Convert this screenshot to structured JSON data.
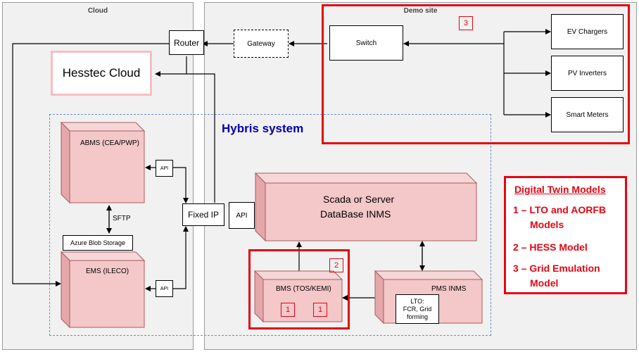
{
  "regions": {
    "cloud": "Cloud",
    "demo_site": "Demo site"
  },
  "nodes": {
    "router": "Router",
    "gateway": "Gateway",
    "switch": "Switch",
    "hesstec_cloud": "Hesstec Cloud",
    "ev_chargers": "EV Chargers",
    "pv_inverters": "PV Inverters",
    "smart_meters": "Smart Meters",
    "hybris_system": "Hybris system",
    "abms": "ABMS (CEA/PWP)",
    "api_abms": "API",
    "sftp": "SFTP",
    "azure_blob": "Azure Blob Storage",
    "ems": "EMS (ILECO)",
    "api_ems": "API",
    "fixed_ip": "Fixed IP",
    "api_scada": "API",
    "scada_line1": "Scada or Server",
    "scada_line2": "DataBase INMS",
    "bms": "BMS (TOS/KEMI)",
    "pms": "PMS INMS",
    "lto_note": "LTO:\nFCR, Grid\nforming"
  },
  "badges": {
    "b3": "3",
    "b2": "2",
    "b1a": "1",
    "b1b": "1"
  },
  "legend": {
    "title": "Digital Twin Models",
    "item1_line1": "1 – LTO and AORFB",
    "item1_line2": "Models",
    "item2": "2 – HESS Model",
    "item3_line1": "3 – Grid Emulation",
    "item3_line2": "Model"
  },
  "colors": {
    "accent_red": "#e30613",
    "block_pink": "#f4c7c8",
    "hybris_blue": "#0000b0",
    "dashed_blue": "#6b8fc7"
  }
}
